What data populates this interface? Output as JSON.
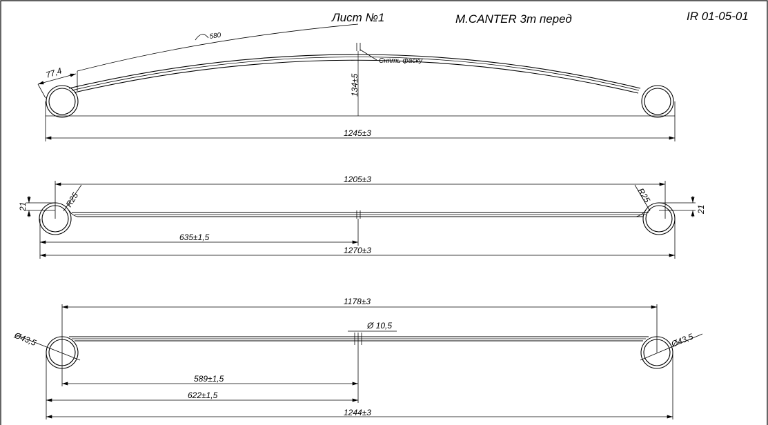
{
  "header": {
    "sheet": "Лист №1",
    "model": "M.CANTER 3т перед",
    "code": "IR 01-05-01"
  },
  "view1": {
    "radius": "580",
    "end_length": "77,4",
    "camber": "134±5",
    "chamfer_note": "Снять фаску",
    "eye_to_eye": "1245±3"
  },
  "view2": {
    "inner_length": "1205±3",
    "left_radius": "R25",
    "right_radius": "R25",
    "left_thickness": "21",
    "right_thickness": "21",
    "half_length": "635±1,5",
    "overall_length": "1270±3"
  },
  "view3": {
    "inner_length": "1178±3",
    "hole_diameter": "Ø 10,5",
    "left_eye_diameter": "Ø43,5",
    "right_eye_diameter": "Ø43,5",
    "half_inner": "589±1,5",
    "half_overall": "622±1,5",
    "overall_length": "1244±3"
  }
}
